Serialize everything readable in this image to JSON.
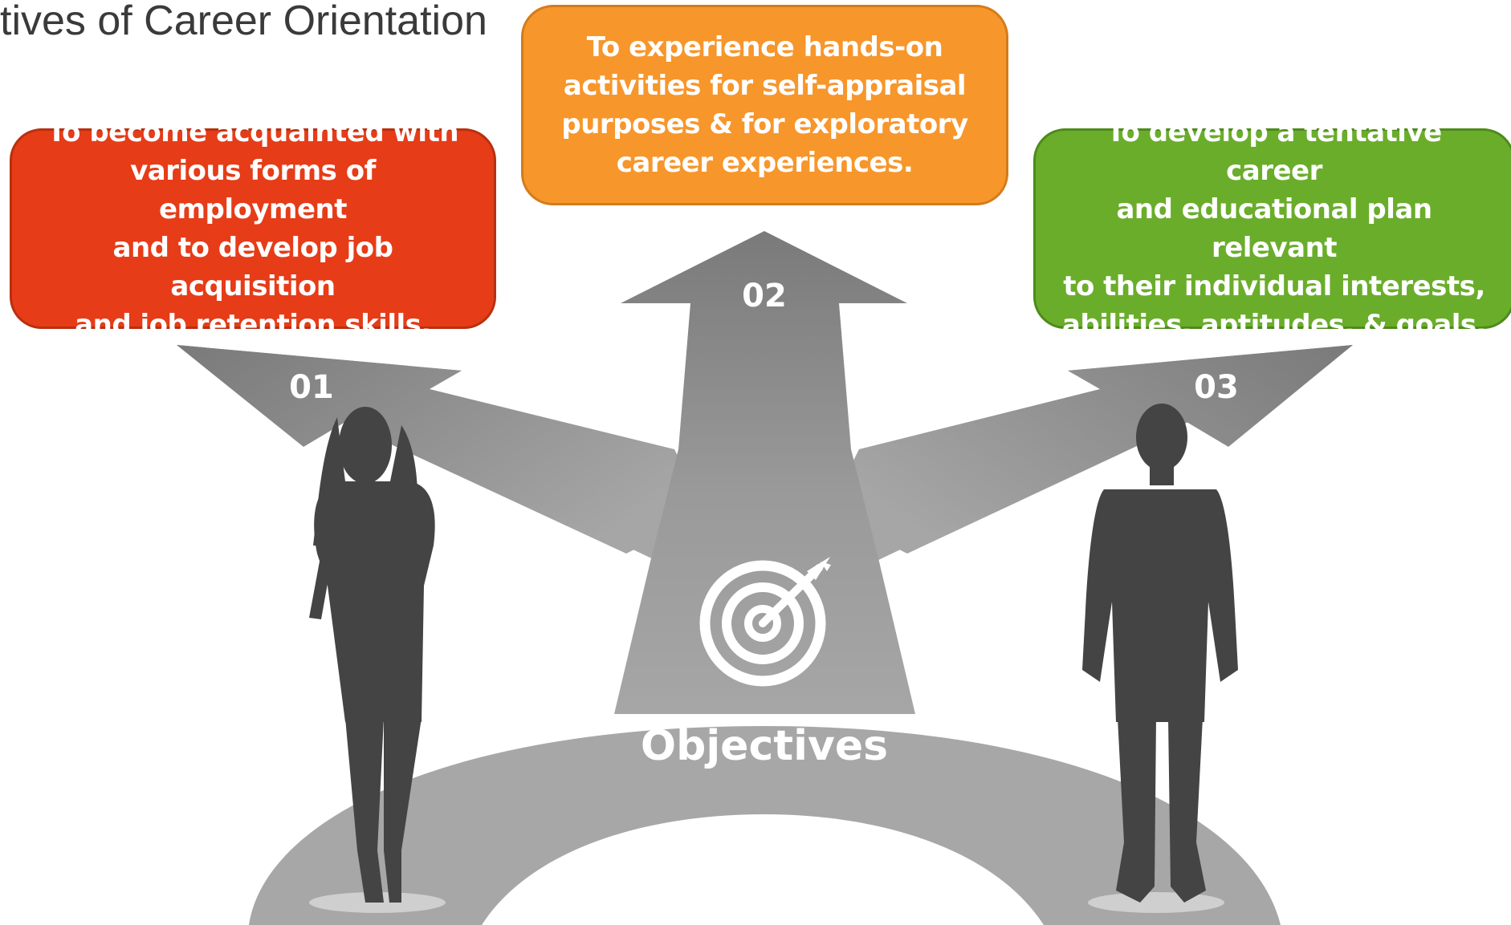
{
  "title": "tives of Career Orientation",
  "center_label": "Objectives",
  "objectives": [
    {
      "number": "01",
      "color": "#e63c18",
      "lines": [
        "To become acquainted with",
        "various forms of employment",
        "and to develop job acquisition",
        "and job retention skills."
      ]
    },
    {
      "number": "02",
      "color": "#f7962b",
      "lines": [
        "To experience hands-on",
        "activities for self-appraisal",
        "purposes & for exploratory",
        "career experiences."
      ]
    },
    {
      "number": "03",
      "color": "#6aad2b",
      "lines": [
        "To develop a tentative career",
        "and educational plan relevant",
        "to their individual interests,",
        "abilities, aptitudes, & goals."
      ]
    }
  ],
  "icons": {
    "center": "target-with-arrow-icon",
    "left_figure": "woman-silhouette",
    "right_figure": "man-silhouette"
  }
}
